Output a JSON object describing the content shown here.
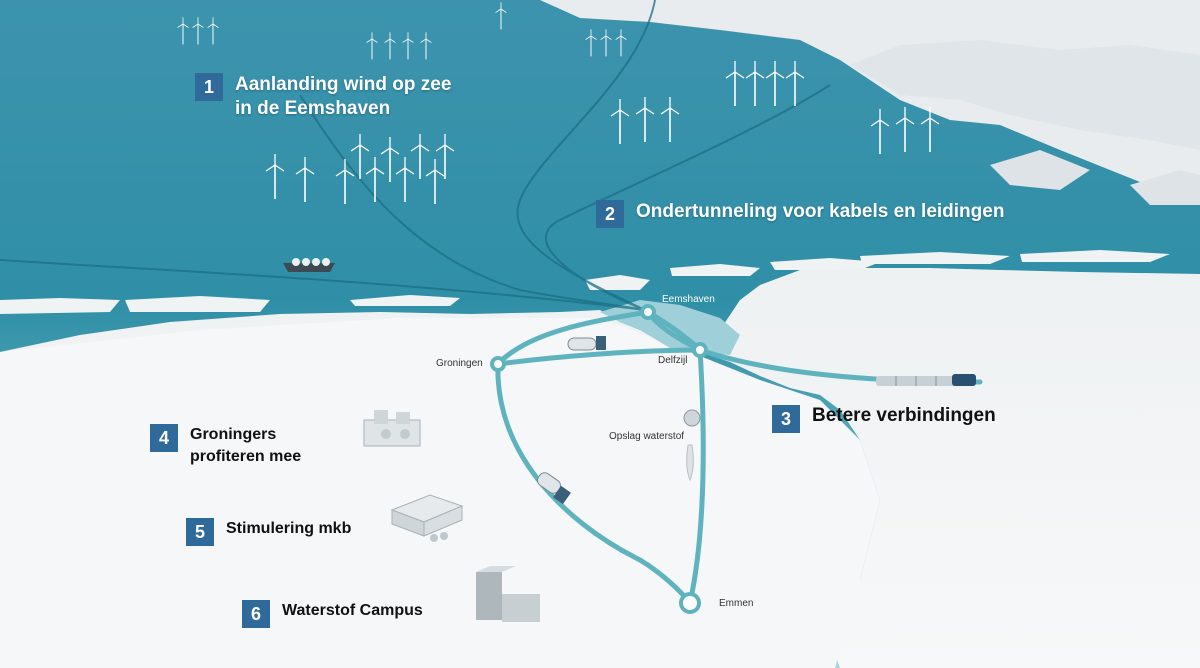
{
  "callouts": [
    {
      "number": "1",
      "line1": "Aanlanding wind op zee",
      "line2": "in de Eemshaven"
    },
    {
      "number": "2",
      "line1": "Ondertunneling voor kabels en leidingen"
    },
    {
      "number": "3",
      "line1": "Betere verbindingen"
    },
    {
      "number": "4",
      "line1": "Groningers",
      "line2": "profiteren mee"
    },
    {
      "number": "5",
      "line1": "Stimulering mkb"
    },
    {
      "number": "6",
      "line1": "Waterstof Campus"
    }
  ],
  "places": {
    "eemshaven": "Eemshaven",
    "groningen": "Groningen",
    "delfzijl": "Delfzijl",
    "opslag": "Opslag waterstof",
    "emmen": "Emmen"
  },
  "colors": {
    "sea_dark": "#1f7f9a",
    "sea_light": "#8fc9d4",
    "land": "#f2f4f5",
    "route": "#5fb3bf",
    "badge": "#2f6a9b"
  },
  "icons": [
    "wind-turbine-icon",
    "lng-ship-icon",
    "tanker-truck-icon",
    "train-icon",
    "storage-tank-icon",
    "village-icon",
    "factory-icon",
    "campus-building-icon"
  ]
}
